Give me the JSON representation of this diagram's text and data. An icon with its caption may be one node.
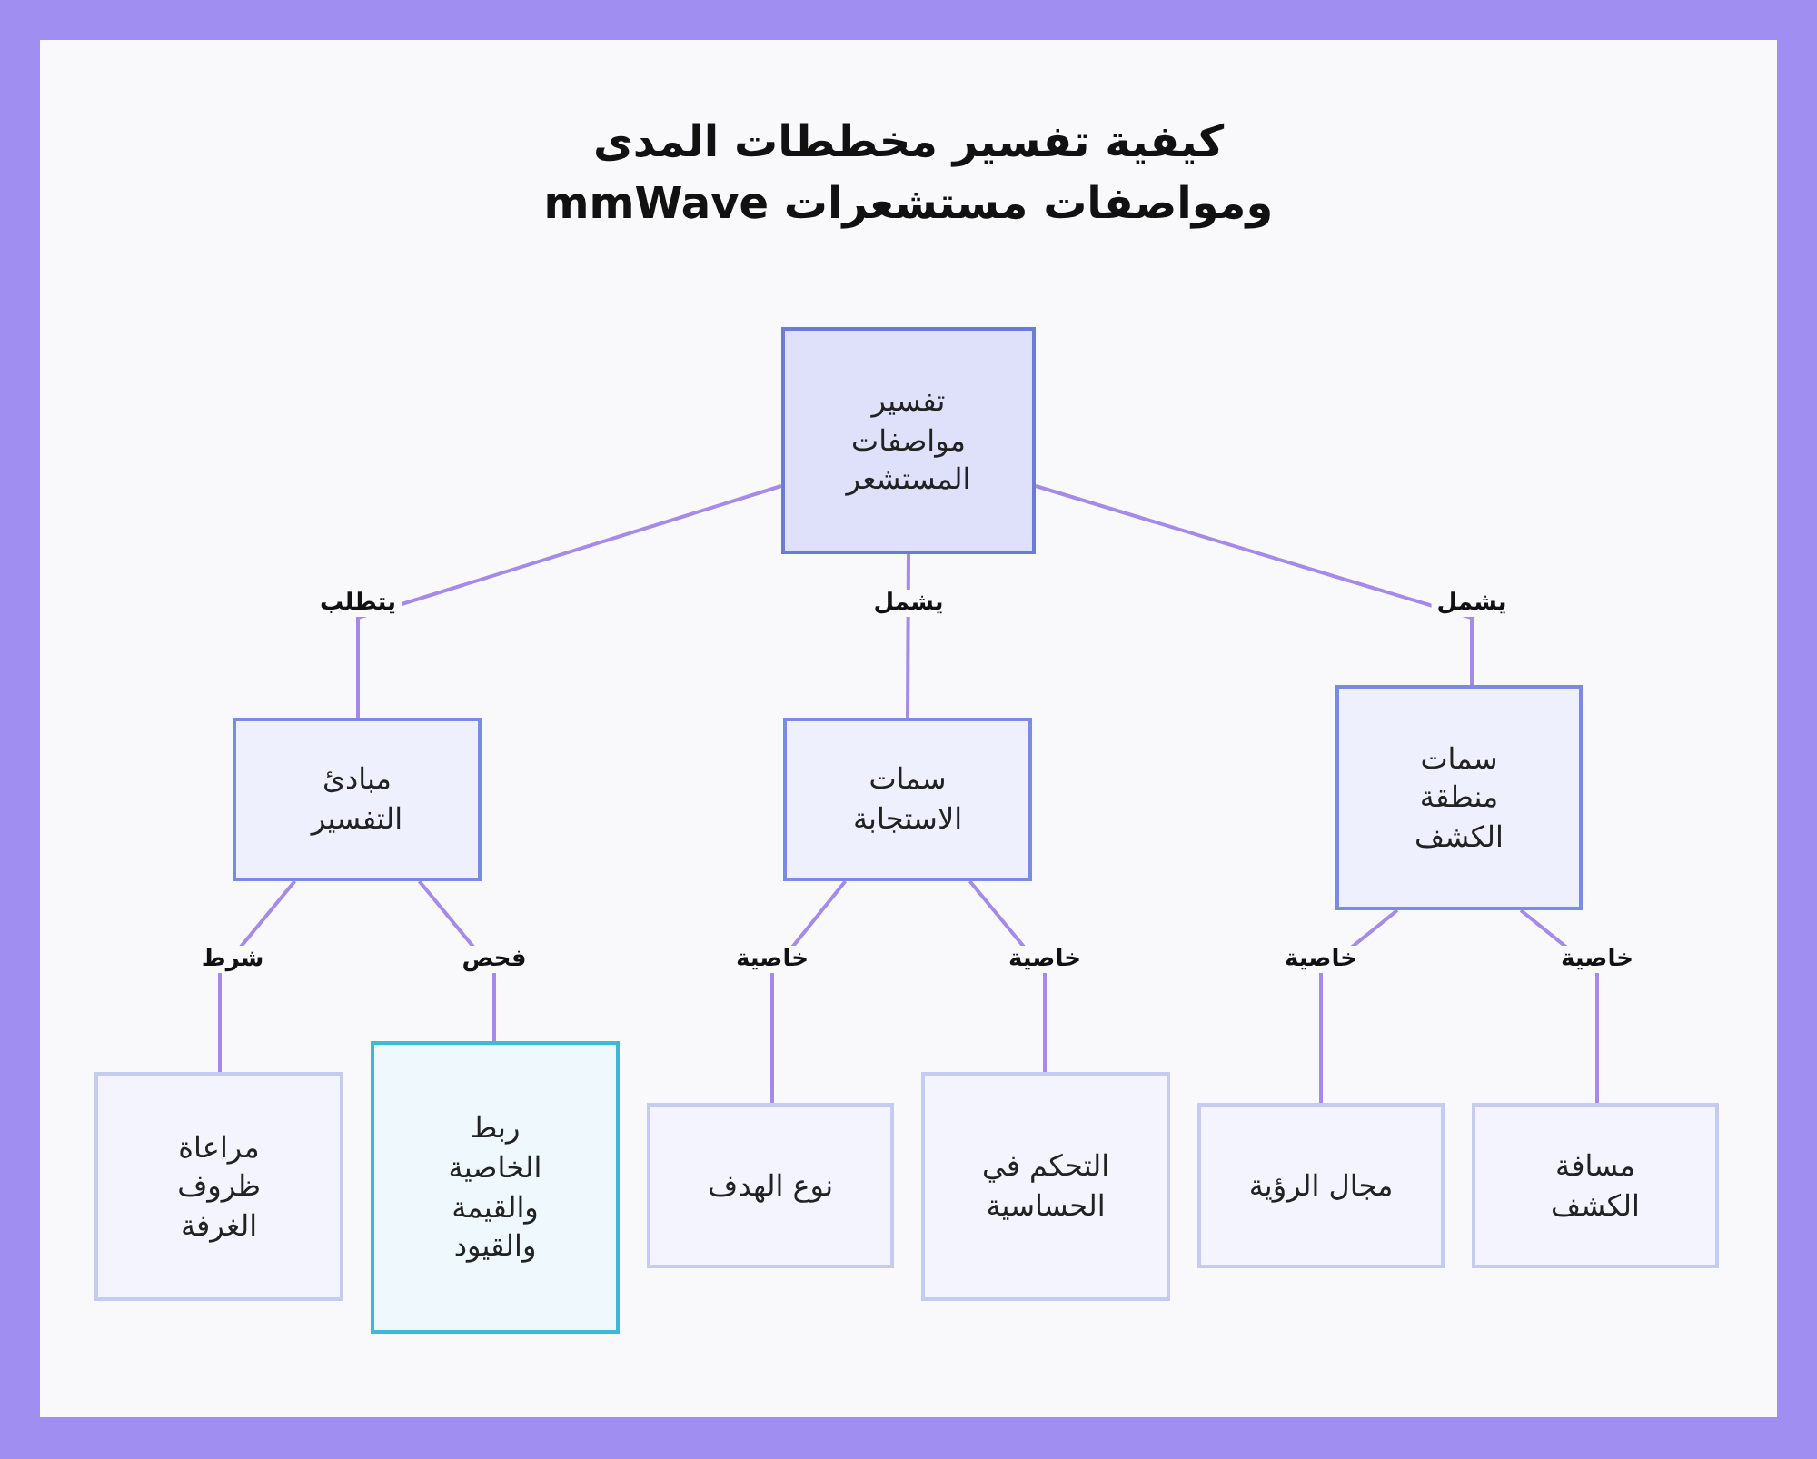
{
  "diagram": {
    "title": "كيفية تفسير مخططات المدى ومواصفات مستشعرات mmWave",
    "nodes": [
      {
        "text": [
          "تفسير مواصفات المستشعر"
        ]
      },
      {
        "text": [
          "مبادئ التفسير"
        ]
      },
      {
        "text": [
          "سمات الاستجابة"
        ]
      },
      {
        "text": [
          "سمات منطقة الكشف"
        ]
      },
      {
        "text": [
          "مراعاة ظروف الغرفة"
        ]
      },
      {
        "text": [
          "ربط الخاصية والقيمة والقيود"
        ]
      },
      {
        "text": [
          "نوع الهدف"
        ]
      },
      {
        "text": [
          "التحكم في الحساسية"
        ]
      },
      {
        "text": [
          "مجال الرؤية"
        ]
      },
      {
        "text": [
          "مسافة الكشف"
        ]
      }
    ],
    "edges": [
      {
        "from": 0,
        "to": 1,
        "arrow": "none",
        "label": "يتطلب"
      },
      {
        "from": 0,
        "to": 2,
        "arrow": "none",
        "label": "يشمل"
      },
      {
        "from": 0,
        "to": 3,
        "arrow": "none",
        "label": "يشمل"
      },
      {
        "from": 1,
        "to": 4,
        "arrow": "none",
        "label": "شرط"
      },
      {
        "from": 1,
        "to": 5,
        "arrow": "none",
        "label": "فحص"
      },
      {
        "from": 2,
        "to": 6,
        "arrow": "none",
        "label": "خاصية"
      },
      {
        "from": 2,
        "to": 7,
        "arrow": "none",
        "label": "خاصية"
      },
      {
        "from": 3,
        "to": 8,
        "arrow": "none",
        "label": "خاصية"
      },
      {
        "from": 3,
        "to": 9,
        "arrow": "none",
        "label": "خاصية"
      }
    ]
  }
}
